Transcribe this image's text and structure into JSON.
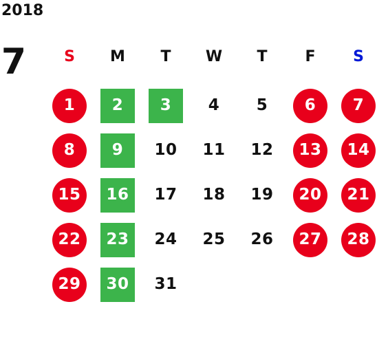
{
  "calendar": {
    "year": "2018",
    "month": "7",
    "colors": {
      "holiday_circle": "#e8001b",
      "highlight_square": "#3cb44b",
      "sunday_label": "#e8001b",
      "saturday_label": "#0018d6",
      "weekday_label": "#111111",
      "text_on_marker": "#ffffff"
    },
    "weekdays": [
      {
        "label": "S",
        "kind": "sunday"
      },
      {
        "label": "M",
        "kind": "weekday"
      },
      {
        "label": "T",
        "kind": "weekday"
      },
      {
        "label": "W",
        "kind": "weekday"
      },
      {
        "label": "T",
        "kind": "weekday"
      },
      {
        "label": "F",
        "kind": "weekday"
      },
      {
        "label": "S",
        "kind": "saturday"
      }
    ],
    "weeks": [
      [
        {
          "day": "1",
          "style": "holiday"
        },
        {
          "day": "2",
          "style": "special"
        },
        {
          "day": "3",
          "style": "special"
        },
        {
          "day": "4",
          "style": "normal"
        },
        {
          "day": "5",
          "style": "normal"
        },
        {
          "day": "6",
          "style": "holiday"
        },
        {
          "day": "7",
          "style": "holiday"
        }
      ],
      [
        {
          "day": "8",
          "style": "holiday"
        },
        {
          "day": "9",
          "style": "special"
        },
        {
          "day": "10",
          "style": "normal"
        },
        {
          "day": "11",
          "style": "normal"
        },
        {
          "day": "12",
          "style": "normal"
        },
        {
          "day": "13",
          "style": "holiday"
        },
        {
          "day": "14",
          "style": "holiday"
        }
      ],
      [
        {
          "day": "15",
          "style": "holiday"
        },
        {
          "day": "16",
          "style": "special"
        },
        {
          "day": "17",
          "style": "normal"
        },
        {
          "day": "18",
          "style": "normal"
        },
        {
          "day": "19",
          "style": "normal"
        },
        {
          "day": "20",
          "style": "holiday"
        },
        {
          "day": "21",
          "style": "holiday"
        }
      ],
      [
        {
          "day": "22",
          "style": "holiday"
        },
        {
          "day": "23",
          "style": "special"
        },
        {
          "day": "24",
          "style": "normal"
        },
        {
          "day": "25",
          "style": "normal"
        },
        {
          "day": "26",
          "style": "normal"
        },
        {
          "day": "27",
          "style": "holiday"
        },
        {
          "day": "28",
          "style": "holiday"
        }
      ],
      [
        {
          "day": "29",
          "style": "holiday"
        },
        {
          "day": "30",
          "style": "special"
        },
        {
          "day": "31",
          "style": "normal"
        },
        {
          "day": "",
          "style": "empty"
        },
        {
          "day": "",
          "style": "empty"
        },
        {
          "day": "",
          "style": "empty"
        },
        {
          "day": "",
          "style": "empty"
        }
      ]
    ]
  }
}
